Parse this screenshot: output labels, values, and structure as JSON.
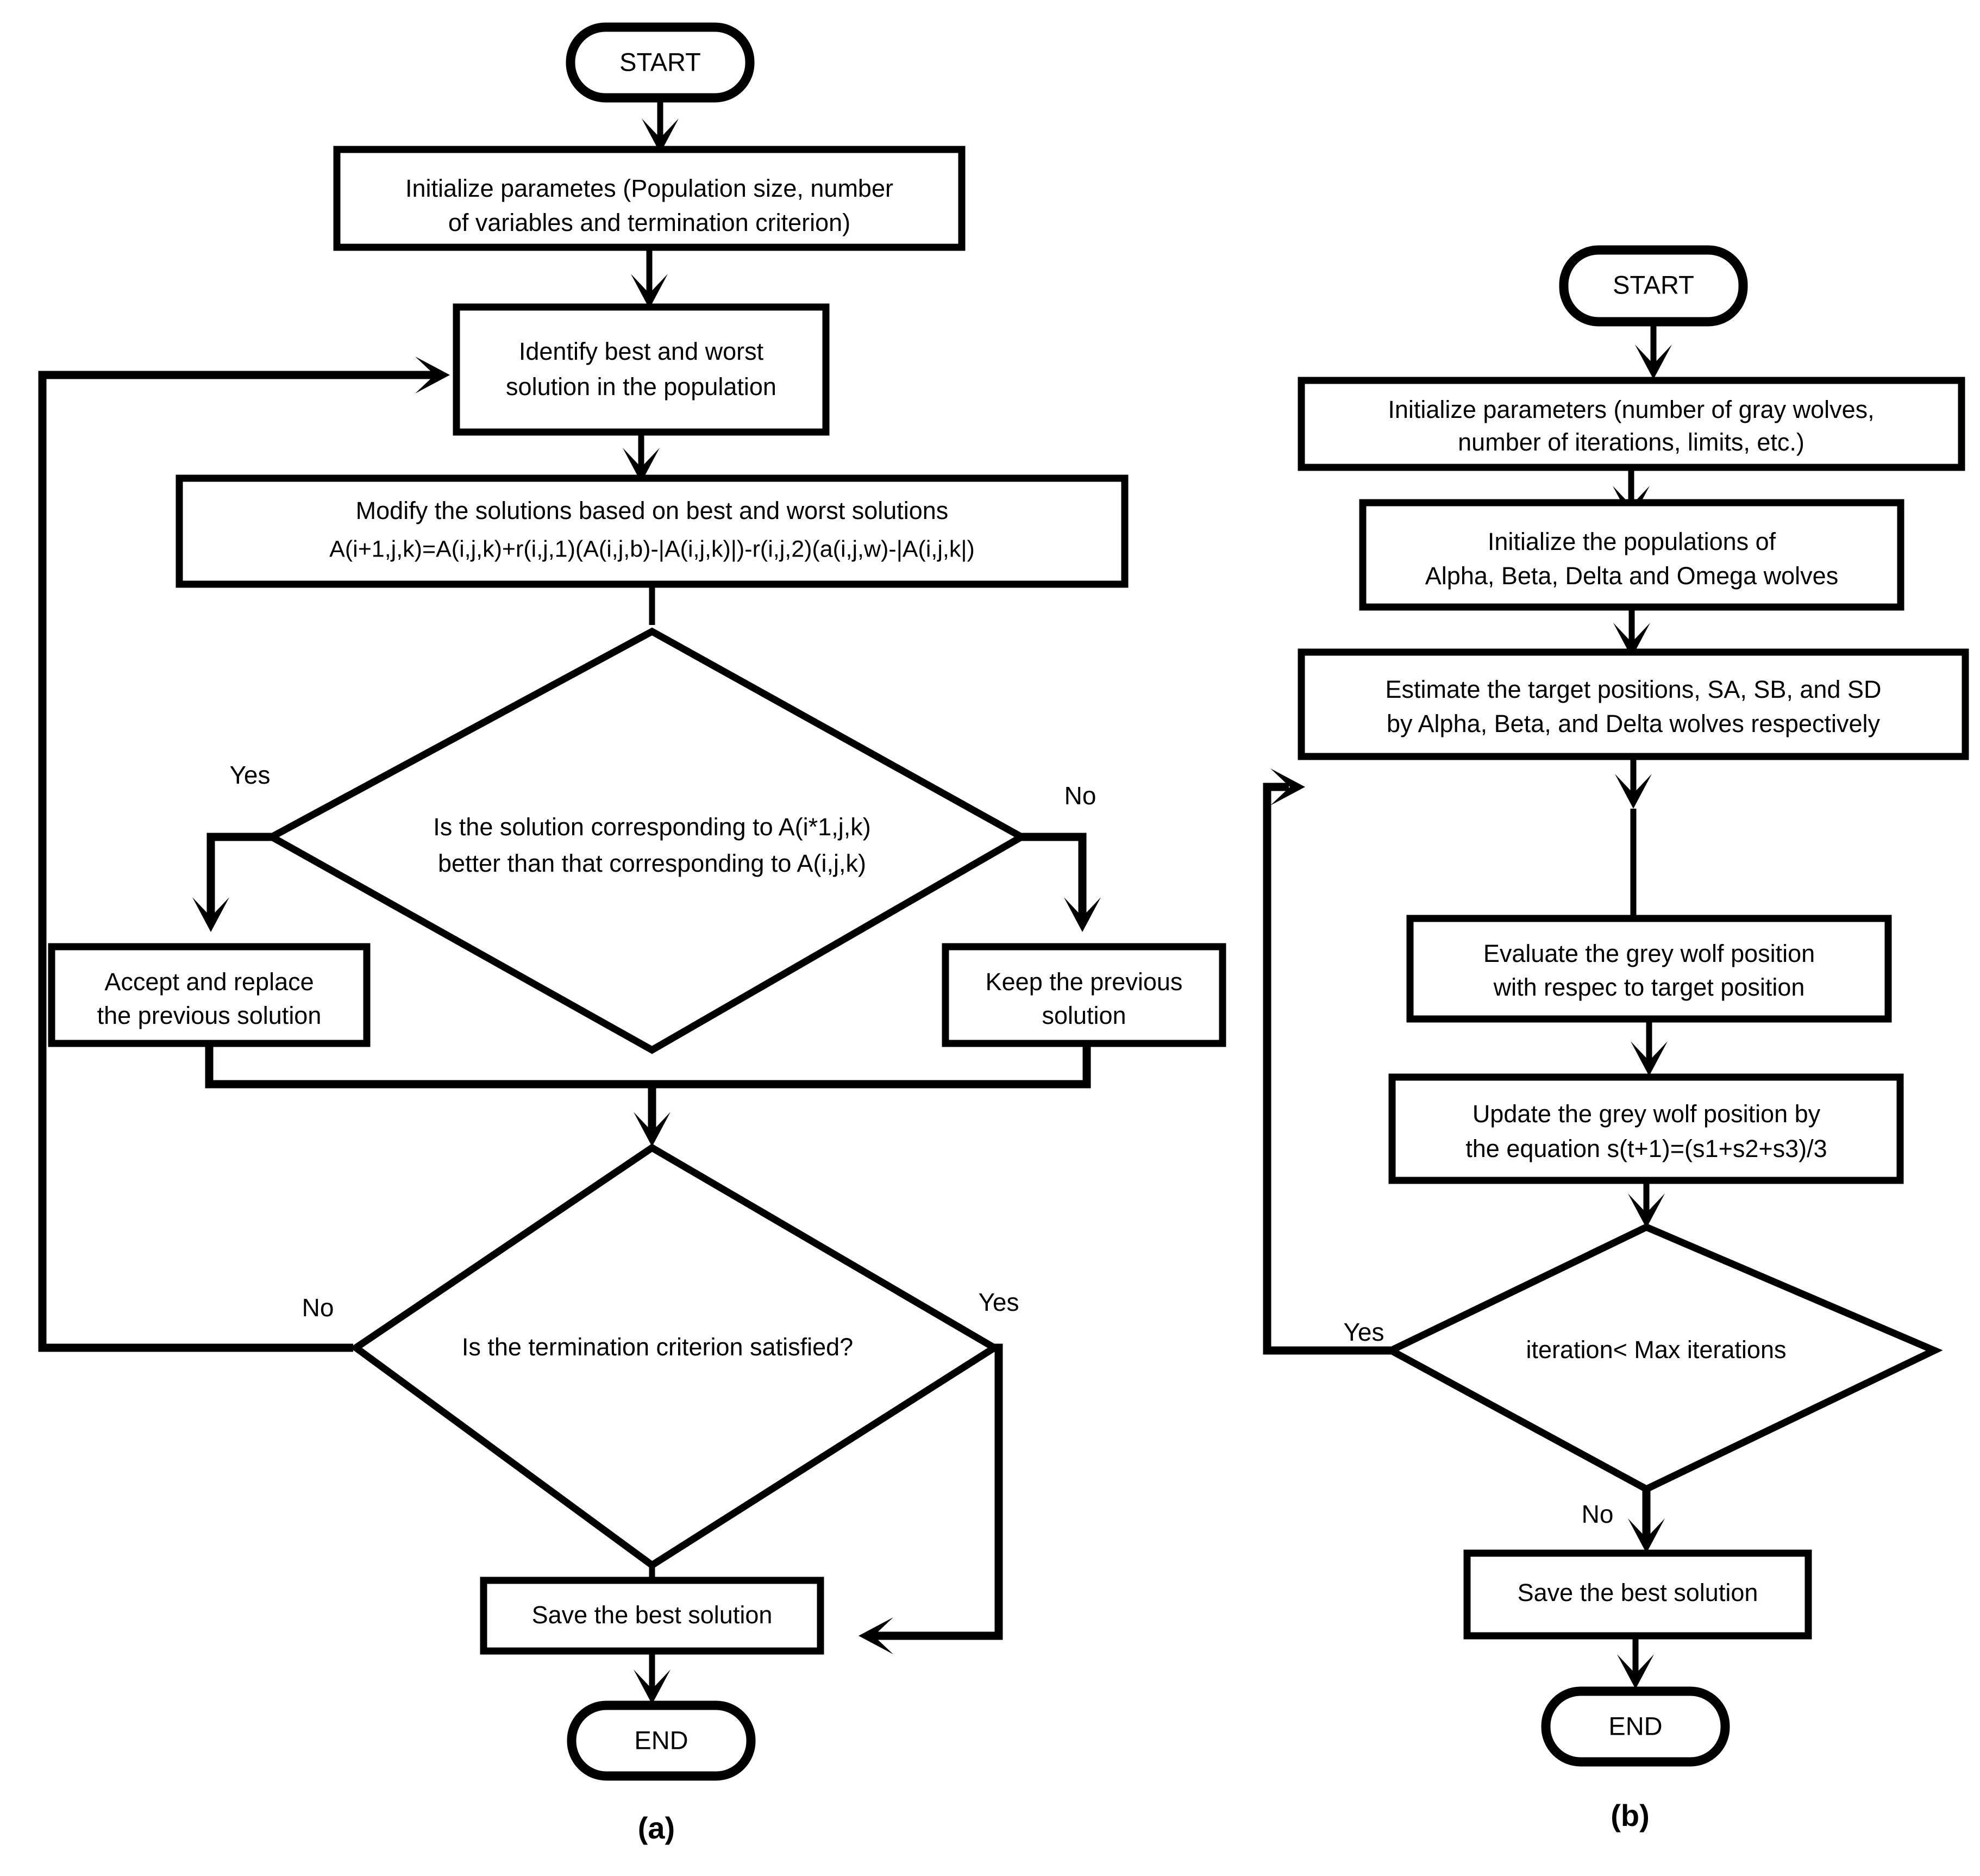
{
  "figure": {
    "type": "flowchart",
    "panels": [
      {
        "id": "a",
        "caption": "(a)",
        "nodes": [
          {
            "id": "a-start",
            "shape": "terminator",
            "lines": [
              "START"
            ]
          },
          {
            "id": "a-init",
            "shape": "process",
            "lines": [
              "Initialize parametes (Population size,  number",
              "of variables and termination criterion)"
            ]
          },
          {
            "id": "a-identify",
            "shape": "process",
            "lines": [
              "Identify best and worst",
              "solution in the population"
            ]
          },
          {
            "id": "a-modify",
            "shape": "process",
            "lines": [
              "Modify the solutions based on best and worst solutions",
              "A(i+1,j,k)=A(i,j,k)+r(i,j,1)(A(i,j,b)-|A(i,j,k)|)-r(i,j,2)(a(i,j,w)-|A(i,j,k|)"
            ]
          },
          {
            "id": "a-decision1",
            "shape": "decision",
            "lines": [
              "Is the solution corresponding to A(i*1,j,k)",
              "better than that corresponding to A(i,j,k)"
            ]
          },
          {
            "id": "a-accept",
            "shape": "process",
            "lines": [
              "Accept and replace",
              "the previous solution"
            ]
          },
          {
            "id": "a-keep",
            "shape": "process",
            "lines": [
              "Keep the previous",
              "solution"
            ]
          },
          {
            "id": "a-decision2",
            "shape": "decision",
            "lines": [
              "Is the termination criterion satisfied?"
            ]
          },
          {
            "id": "a-save",
            "shape": "process",
            "lines": [
              "Save the best solution"
            ]
          },
          {
            "id": "a-end",
            "shape": "terminator",
            "lines": [
              "END"
            ]
          }
        ],
        "edge_labels": {
          "d1_yes": "Yes",
          "d1_no": "No",
          "d2_no": "No",
          "d2_yes": "Yes"
        }
      },
      {
        "id": "b",
        "caption": "(b)",
        "nodes": [
          {
            "id": "b-start",
            "shape": "terminator",
            "lines": [
              "START"
            ]
          },
          {
            "id": "b-init",
            "shape": "process",
            "lines": [
              "Initialize parameters (number of gray wolves,",
              "number of iterations, limits, etc.)"
            ]
          },
          {
            "id": "b-initpop",
            "shape": "process",
            "lines": [
              "Initialize the populations of",
              "Alpha, Beta, Delta and Omega wolves"
            ]
          },
          {
            "id": "b-estimate",
            "shape": "process",
            "lines": [
              "Estimate the target positions, SA, SB, and SD",
              "by Alpha, Beta, and Delta wolves respectively"
            ]
          },
          {
            "id": "b-evaluate",
            "shape": "process",
            "lines": [
              "Evaluate the grey wolf position",
              "with respec to target position"
            ]
          },
          {
            "id": "b-update",
            "shape": "process",
            "lines": [
              "Update the grey wolf position by",
              "the equation s(t+1)=(s1+s2+s3)/3"
            ]
          },
          {
            "id": "b-decision",
            "shape": "decision",
            "lines": [
              "iteration< Max iterations"
            ]
          },
          {
            "id": "b-save",
            "shape": "process",
            "lines": [
              "Save the best solution"
            ]
          },
          {
            "id": "b-end",
            "shape": "terminator",
            "lines": [
              "END"
            ]
          }
        ],
        "edge_labels": {
          "d_yes": "Yes",
          "d_no": "No"
        }
      }
    ],
    "colors": {
      "stroke": "#000000",
      "fill": "#ffffff",
      "text": "#000000"
    }
  }
}
